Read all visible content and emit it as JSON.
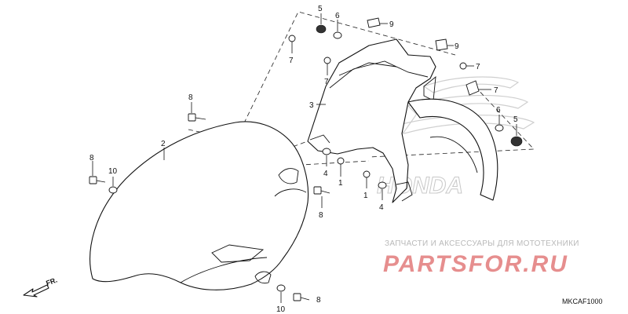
{
  "diagram": {
    "code": "MKCAF1000",
    "direction_label": "FR.",
    "callouts": [
      {
        "id": "c5a",
        "label": "5"
      },
      {
        "id": "c6a",
        "label": "6"
      },
      {
        "id": "c9a",
        "label": "9"
      },
      {
        "id": "c7a",
        "label": "7"
      },
      {
        "id": "c9b",
        "label": "9"
      },
      {
        "id": "c7b",
        "label": "7"
      },
      {
        "id": "c7c",
        "label": "7"
      },
      {
        "id": "c7d",
        "label": "7"
      },
      {
        "id": "c8a",
        "label": "8"
      },
      {
        "id": "c3",
        "label": "3"
      },
      {
        "id": "c6b",
        "label": "6"
      },
      {
        "id": "c5b",
        "label": "5"
      },
      {
        "id": "c2",
        "label": "2"
      },
      {
        "id": "c4a",
        "label": "4"
      },
      {
        "id": "c1a",
        "label": "1"
      },
      {
        "id": "c8b",
        "label": "8"
      },
      {
        "id": "c10a",
        "label": "10"
      },
      {
        "id": "c1b",
        "label": "1"
      },
      {
        "id": "c4b",
        "label": "4"
      },
      {
        "id": "c8c",
        "label": "8"
      },
      {
        "id": "c8d",
        "label": "8"
      },
      {
        "id": "c10b",
        "label": "10"
      }
    ]
  },
  "watermark": {
    "tagline": "ЗАПЧАСТИ И АКСЕССУАРЫ ДЛЯ МОТОТЕХНИКИ",
    "brand": "PARTSFOR.RU",
    "logo_text": "HONDA"
  }
}
